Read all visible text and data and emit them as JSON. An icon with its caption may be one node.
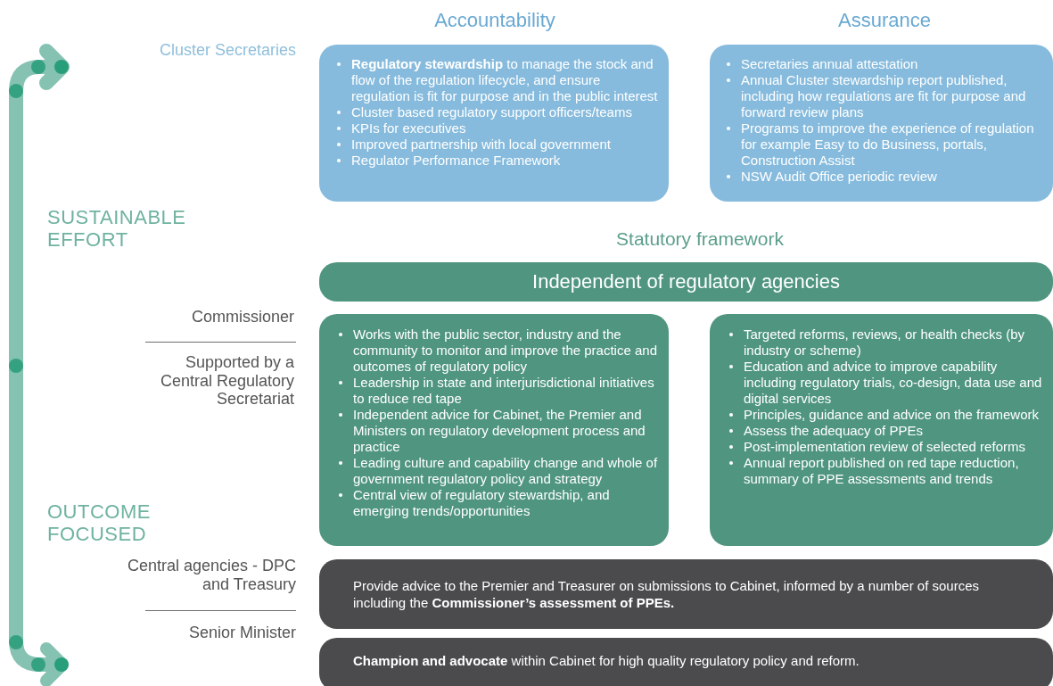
{
  "diagram": {
    "nodes": [
      {
        "text": [
          "**Regulatory stewardship** to manage the stock and flow of the regulation lifecycle, and ensure regulation is fit for purpose and in the public interest",
          "Cluster based regulatory support officers/teams",
          "KPIs for executives",
          "Improved partnership with local government",
          "Regulator Performance Framework"
        ]
      },
      {
        "text": [
          "Secretaries annual attestation",
          "Annual Cluster stewardship report published, including how regulations are fit for purpose and forward review plans",
          "Programs to improve the experience of regulation for example Easy to do Business, portals, Construction Assist",
          "NSW Audit Office periodic review"
        ]
      },
      {
        "text": [
          "Independent of regulatory agencies"
        ]
      },
      {
        "text": [
          "Works with the public sector, industry and the community to monitor and improve the practice and outcomes of regulatory policy",
          "Leadership in state and interjurisdictional initiatives to reduce red tape",
          "Independent advice for Cabinet, the Premier and Ministers on regulatory development process and practice",
          "Leading culture and capability change and whole of government regulatory policy and strategy",
          "Central view of regulatory stewardship, and emerging trends/opportunities"
        ]
      },
      {
        "text": [
          "Targeted reforms, reviews, or health checks (by industry or scheme)",
          "Education and advice to improve capability including regulatory trials, co-design, data use and digital services",
          "Principles, guidance and advice on the framework",
          "Assess the adequacy of PPEs",
          "Post-implementation review of selected reforms",
          "Annual report published on red tape reduction, summary of PPE assessments and trends"
        ]
      },
      {
        "text": [
          "Provide advice to the Premier and Treasurer on submissions to Cabinet, informed by a number of sources including the **Commissioner’s assessment of PPEs.**"
        ]
      },
      {
        "text": [
          "**Champion and advocate** within Cabinet for high quality regulatory policy and reform."
        ]
      }
    ],
    "labels": [
      "Accountability",
      "Assurance",
      "Cluster Secretaries",
      "SUSTAINABLE EFFORT",
      "Statutory framework",
      "Commissioner",
      "Supported by a Central Regulatory Secretariat",
      "OUTCOME FOCUSED",
      "Central agencies - DPC and Treasury",
      "Senior Minister"
    ]
  }
}
